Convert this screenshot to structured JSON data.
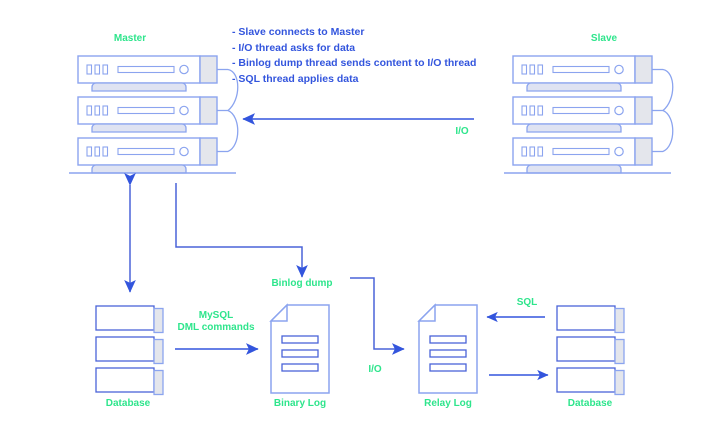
{
  "diagram": {
    "title_nodes": {
      "master": "Master",
      "slave": "Slave"
    },
    "notes": [
      "- Slave connects to Master",
      "- I/O thread asks for data",
      "- Binlog dump thread sends content to I/O thread",
      "- SQL thread applies data"
    ],
    "bottom_labels": {
      "db_left": "Database",
      "binary_log": "Binary Log",
      "relay_log": "Relay Log",
      "db_right": "Database"
    },
    "edge_labels": {
      "io_top": "I/O",
      "binlog_dump": "Binlog dump",
      "mysql_dml_line1": "MySQL",
      "mysql_dml_line2": "DML commands",
      "io_bottom": "I/O",
      "sql": "SQL"
    },
    "colors": {
      "green": "#2ee58c",
      "blue_text": "#3355dd",
      "stroke": "#8ba4ef",
      "arrow": "#3355dd",
      "panel_fill": "#e4e6ec",
      "shelf_fill": "#dfe3f2"
    }
  }
}
